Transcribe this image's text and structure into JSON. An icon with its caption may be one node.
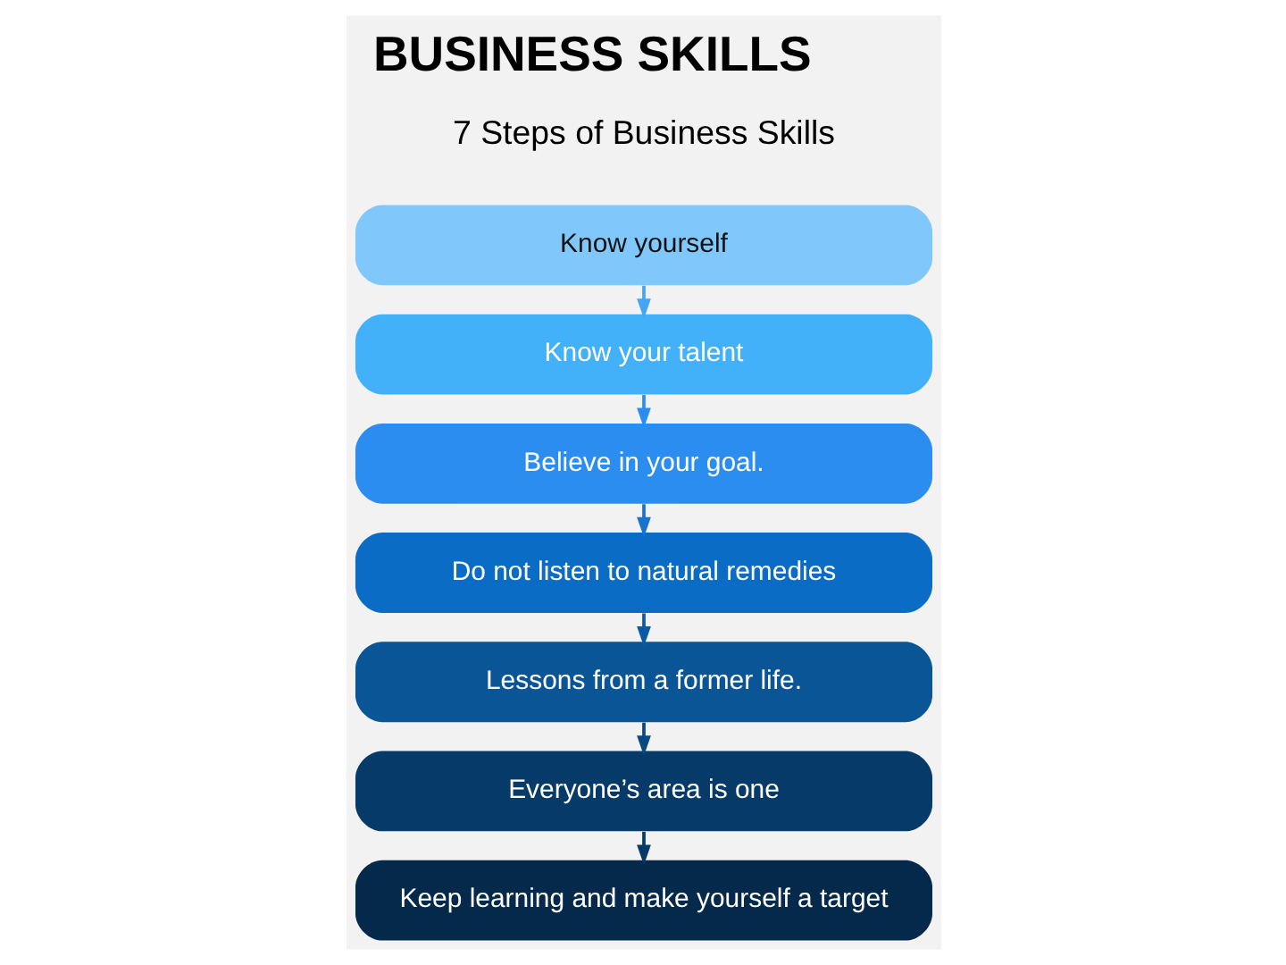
{
  "diagram": {
    "title": "BUSINESS SKILLS",
    "nodes": [
      {
        "text": [
          "Know yourself"
        ]
      },
      {
        "text": [
          "Know your talent"
        ]
      },
      {
        "text": [
          "Believe in your goal."
        ]
      },
      {
        "text": [
          "Do not listen to natural remedies"
        ]
      },
      {
        "text": [
          "Lessons from a former life."
        ]
      },
      {
        "text": [
          "Everyone’s area is one"
        ]
      },
      {
        "text": [
          "Keep learning and make yourself a target"
        ]
      }
    ],
    "edges": [
      {
        "from": 0,
        "to": 1,
        "arrow": "to",
        "color": "#42a5f5"
      },
      {
        "from": 1,
        "to": 2,
        "arrow": "to",
        "color": "#2b8df0"
      },
      {
        "from": 2,
        "to": 3,
        "arrow": "to",
        "color": "#1a73d0"
      },
      {
        "from": 3,
        "to": 4,
        "arrow": "to",
        "color": "#0a5aa8"
      },
      {
        "from": 4,
        "to": 5,
        "arrow": "to",
        "color": "#0a4a80"
      },
      {
        "from": 5,
        "to": 6,
        "arrow": "to",
        "color": "#063a68"
      }
    ],
    "labels": [
      "7 Steps of Business Skills"
    ]
  }
}
